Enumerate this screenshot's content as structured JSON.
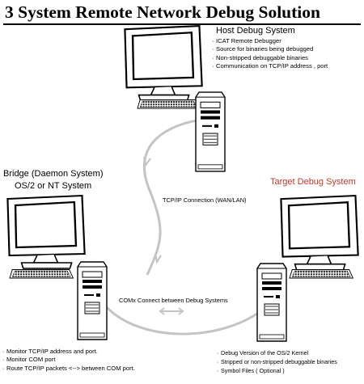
{
  "title": "3 System Remote Network Debug Solution",
  "host": {
    "heading": "Host Debug System",
    "items": [
      "ICAT Remote Debugger",
      "Source for binaries being debugged",
      "Non-stripped debuggable binaries",
      "Communication on TCP/IP address , port"
    ]
  },
  "bridge": {
    "heading_line1": "Bridge (Daemon System)",
    "heading_line2": "OS/2 or NT System",
    "items": [
      "Monitor TCP/IP address and port.",
      "Monitor COM port",
      "Route TCP/IP packets <--> between COM port."
    ]
  },
  "target": {
    "heading": "Target Debug System",
    "heading_color": "#c0392b",
    "items": [
      "Debug Version of the OS/2 Kernel",
      "Stripped or non-stripped debuggable binaries",
      "Symbol Files ( Optional )"
    ]
  },
  "connections": {
    "tcpip_label": "TCP/IP Connection (WAN/LAN)",
    "com_label": "COMx Connect between Debug Systems"
  },
  "colors": {
    "line_primary": "#000000",
    "connection_gray": "#c4c4c4"
  }
}
